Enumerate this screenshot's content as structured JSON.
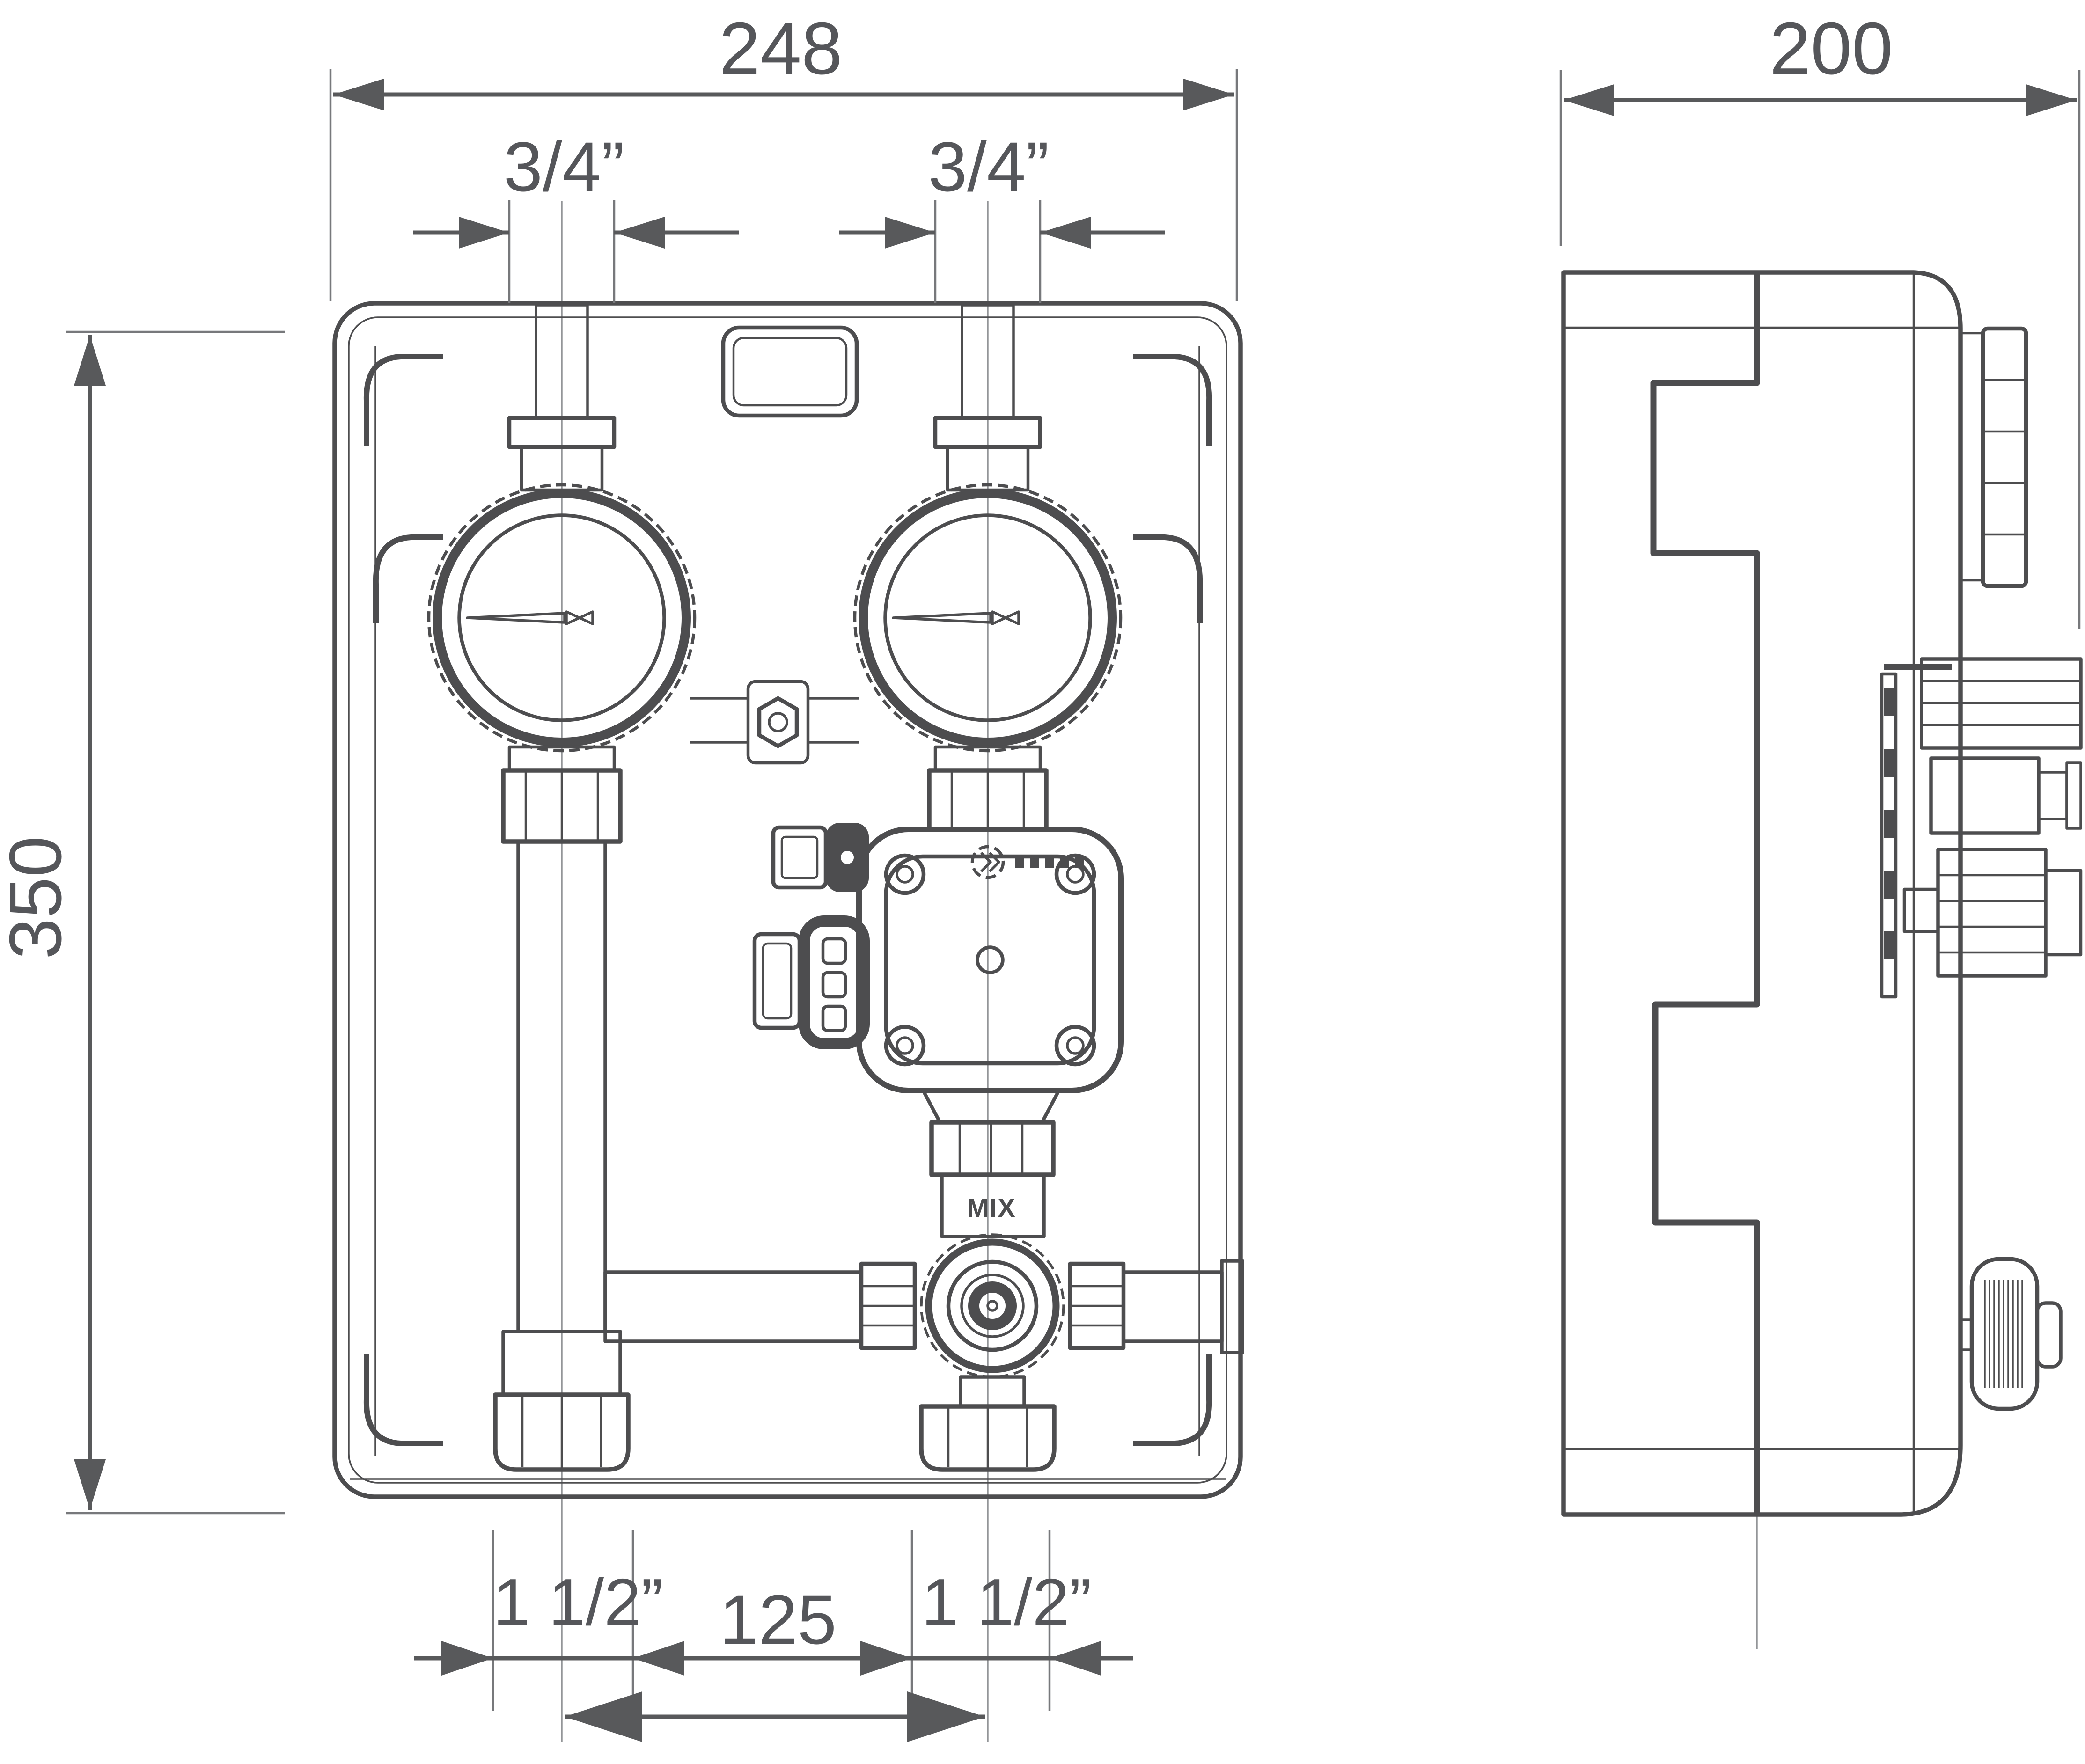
{
  "views": {
    "front": {
      "dim_width": "248",
      "dim_height": "350",
      "dim_conn_top_left": "3/4”",
      "dim_conn_top_right": "3/4”",
      "dim_conn_bottom_left": "1 1/2”",
      "dim_conn_bottom_right": "1 1/2”",
      "dim_port_spacing": "125",
      "valve_label": "MIX"
    },
    "side": {
      "dim_depth": "200"
    }
  },
  "colors": {
    "line": "#4d4d4f",
    "thin_line": "#77787b",
    "dimension": "#58595b",
    "text": "#55565a",
    "background": "#ffffff"
  }
}
